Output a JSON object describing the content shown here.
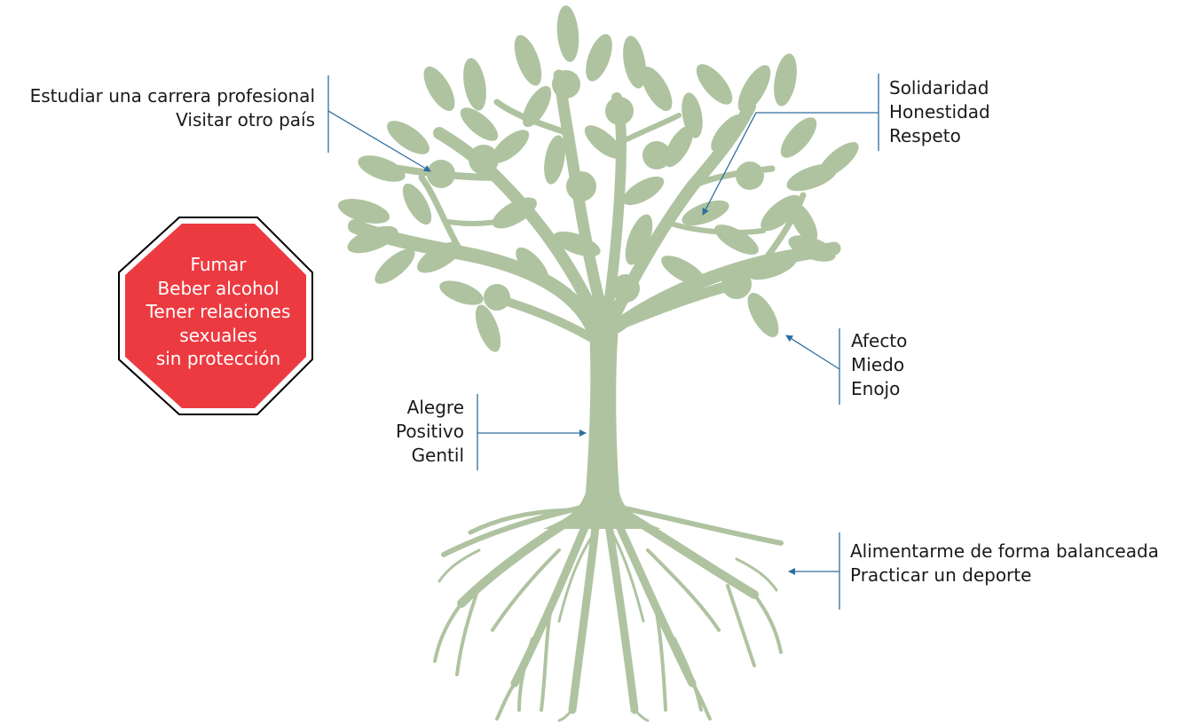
{
  "colors": {
    "tree": "#afc3a0",
    "stop_sign_fill": "#ec3a41",
    "stop_sign_border": "#000000",
    "connector": "#2e6e9e",
    "text": "#1a1a1a"
  },
  "stop_sign": {
    "lines": [
      "Fumar",
      "Beber alcohol",
      "Tener relaciones",
      "sexuales",
      "sin protección"
    ]
  },
  "annotations": {
    "branches": {
      "lines": [
        "Estudiar una carrera profesional",
        "Visitar otro país"
      ]
    },
    "values": {
      "lines": [
        "Solidaridad",
        "Honestidad",
        "Respeto"
      ]
    },
    "leaves": {
      "lines": [
        "Afecto",
        "Miedo",
        "Enojo"
      ]
    },
    "trunk": {
      "lines": [
        "Alegre",
        "Positivo",
        "Gentil"
      ]
    },
    "roots": {
      "lines": [
        "Alimentarme de forma balanceada",
        "Practicar un deporte"
      ]
    }
  }
}
